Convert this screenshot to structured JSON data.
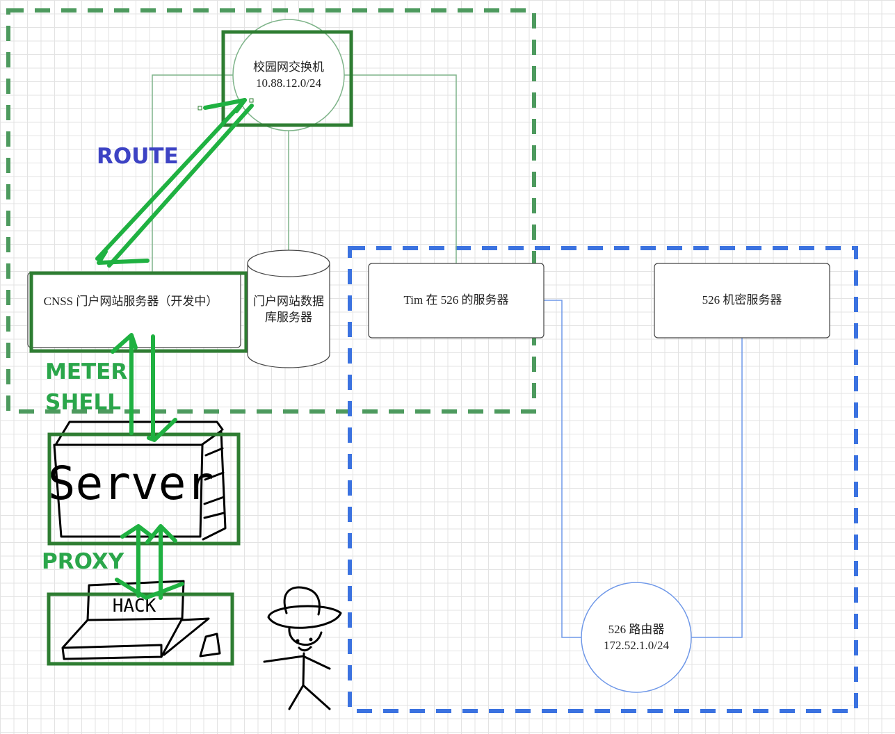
{
  "diagram": {
    "nodes": {
      "campus_switch": {
        "name": "校园网交换机",
        "subnet": "10.88.12.0/24"
      },
      "cnss_server": {
        "label": "CNSS 门户网站服务器（开发中）"
      },
      "portal_db": {
        "line1": "门户网站数据",
        "line2": "库服务器"
      },
      "tim_server": {
        "label": "Tim 在 526 的服务器"
      },
      "secret_server": {
        "label": "526 机密服务器"
      },
      "router_526": {
        "name": "526 路由器",
        "subnet": "172.52.1.0/24"
      }
    },
    "sketch": {
      "server_text": "Server",
      "hack_text": "HACK"
    },
    "annotations": {
      "route": "ROUTE",
      "meter_line1": "METER",
      "meter_line2": "SHELL",
      "proxy": "PROXY"
    },
    "colors": {
      "campus_zone": "#4d9a5e",
      "lab_zone": "#3b72e0",
      "highlight": "#2e7d32",
      "arrows": "#1fb141",
      "route_text": "#3d43c4",
      "annotation_text": "#2aa64a",
      "switch_lines": "#7fb48a",
      "router_lines": "#6f98e8"
    }
  }
}
